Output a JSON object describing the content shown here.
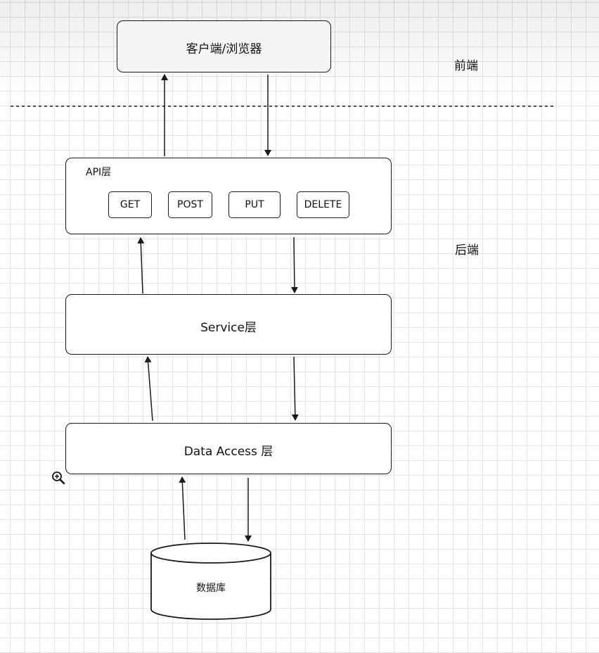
{
  "diagram": {
    "client_box": {
      "label": "客户端/浏览器"
    },
    "zone_labels": {
      "frontend": "前端",
      "backend": "后端"
    },
    "api_layer": {
      "label": "API层",
      "methods": [
        "GET",
        "POST",
        "PUT",
        "DELETE"
      ]
    },
    "service_layer": {
      "label": "Service层"
    },
    "data_access_layer": {
      "label": "Data Access 层"
    },
    "database": {
      "label": "数据库"
    }
  },
  "colors": {
    "stroke": "#1a1a1a",
    "grid": "#e3e3e3",
    "background": "#ffffff"
  },
  "icons": {
    "cursor": "zoom-in-icon"
  }
}
